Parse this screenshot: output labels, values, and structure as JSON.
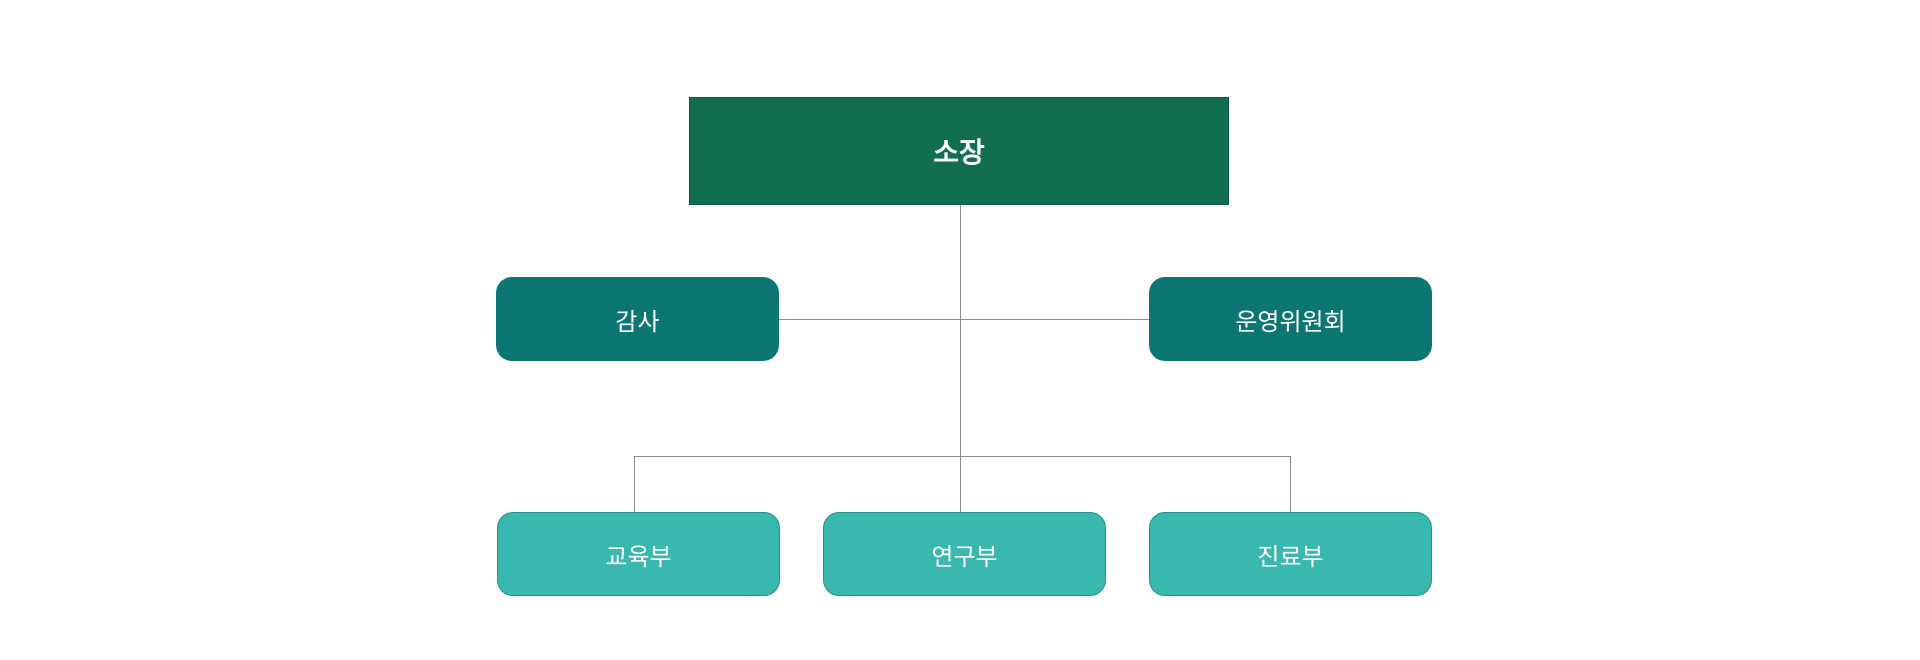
{
  "diagram": {
    "head": {
      "label": "소장",
      "color": "#116e51"
    },
    "side_units": [
      {
        "label": "감사",
        "color": "#0c7772"
      },
      {
        "label": "운영위원회",
        "color": "#0c7772"
      }
    ],
    "departments": [
      {
        "label": "교육부",
        "color": "#38b8ae"
      },
      {
        "label": "연구부",
        "color": "#38b8ae"
      },
      {
        "label": "진료부",
        "color": "#38b8ae"
      }
    ],
    "connector_color": "#8c8c8c"
  }
}
